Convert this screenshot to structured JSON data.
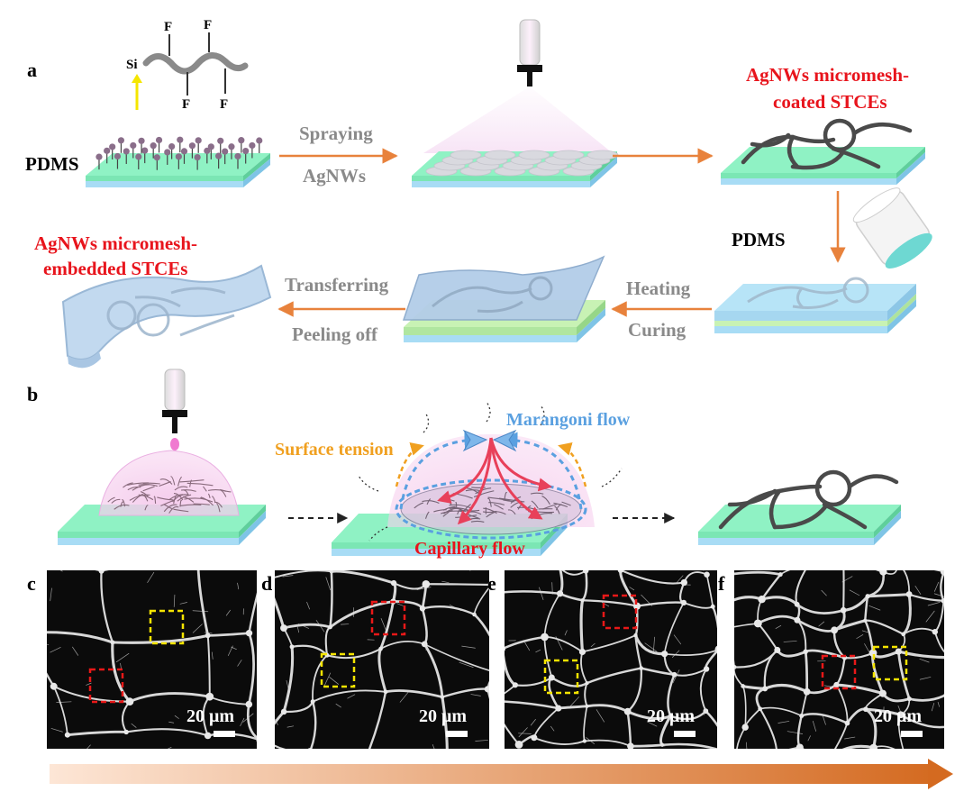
{
  "panels": {
    "a": "a",
    "b": "b",
    "c": "c",
    "d": "d",
    "e": "e",
    "f": "f"
  },
  "panel_a": {
    "substrate_label": "PDMS",
    "chem_si": "Si",
    "chem_f": "F",
    "step_spray_line1": "Spraying",
    "step_spray_line2": "AgNWs",
    "coated_title_line1": "AgNWs micromesh-",
    "coated_title_line2": "coated STCEs",
    "pour_label": "PDMS",
    "step_heat_line1": "Heating",
    "step_heat_line2": "Curing",
    "step_transfer_line1": "Transferring",
    "step_transfer_line2": "Peeling off",
    "embedded_title_line1": "AgNWs micromesh-",
    "embedded_title_line2": "embedded STCEs"
  },
  "panel_b": {
    "surface_tension": "Surface tension",
    "marangoni": "Marangoni flow",
    "capillary": "Capillary flow"
  },
  "micrographs": {
    "scale_bar_label": "20 μm"
  },
  "colors": {
    "red_label": "#e8141c",
    "gray_label": "#8a8a8a",
    "orange_arrow": "#e8823c",
    "marangoni": "#5aa0e0",
    "surface_tension": "#f0a020",
    "substrate_green": "#7ef0b8",
    "substrate_blue": "#a8dcf5"
  }
}
